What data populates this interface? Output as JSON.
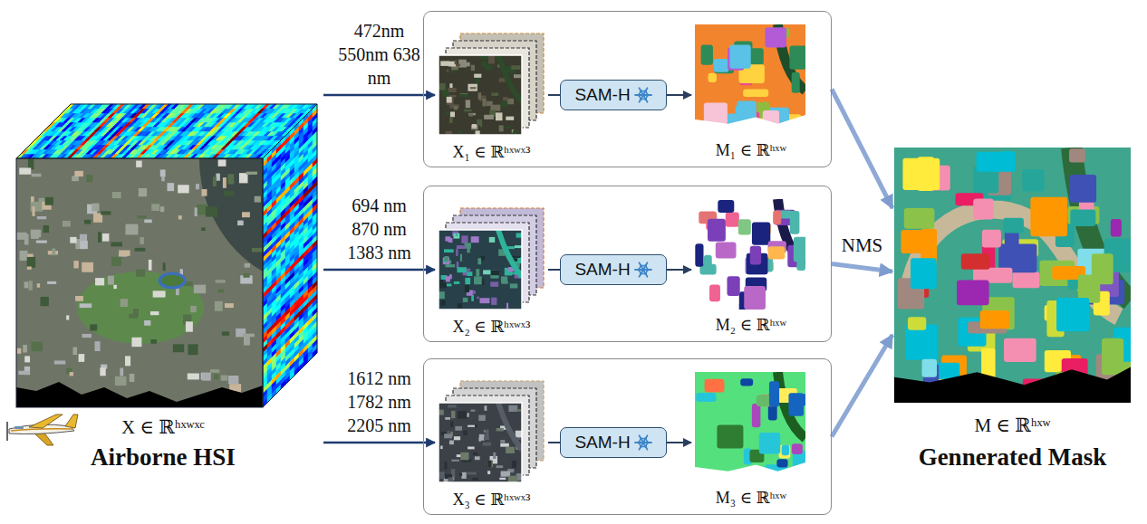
{
  "diagram": {
    "nodes": [
      {
        "text": [
          "X ∈ ℝʰˣʷˣᶜ",
          "Airborne HSI"
        ]
      },
      {
        "text": []
      },
      {
        "text": [
          "X₁ ∈ ℝʰˣʷˣ³"
        ],
        "in": 1
      },
      {
        "text": [
          "SAM-H"
        ],
        "in": 1
      },
      {
        "text": [
          "M₁ ∈ ℝʰˣʷ"
        ],
        "in": 1
      },
      {
        "text": []
      },
      {
        "text": [
          "X₂ ∈ ℝʰˣʷˣ³"
        ],
        "in": 5
      },
      {
        "text": [
          "SAM-H"
        ],
        "in": 5
      },
      {
        "text": [
          "M₂ ∈ ℝʰˣʷ"
        ],
        "in": 5
      },
      {
        "text": []
      },
      {
        "text": [
          "X₃ ∈ ℝʰˣʷˣ³"
        ],
        "in": 9
      },
      {
        "text": [
          "SAM-H"
        ],
        "in": 9
      },
      {
        "text": [
          "M₃ ∈ ℝʰˣʷ"
        ],
        "in": 9
      },
      {
        "text": [
          "M ∈ ℝʰˣʷ",
          "Gennerated Mask"
        ]
      }
    ],
    "edges": [
      {
        "from": 0,
        "to": 2,
        "label": "472nm 550nm 638 nm",
        "arrow": "to"
      },
      {
        "from": 0,
        "to": 6,
        "label": "694 nm 870 nm 1383 nm",
        "arrow": "to"
      },
      {
        "from": 0,
        "to": 10,
        "label": "1612 nm 1782 nm 2205 nm",
        "arrow": "to"
      },
      {
        "from": 2,
        "to": 3,
        "arrow": "none"
      },
      {
        "from": 3,
        "to": 4,
        "arrow": "to"
      },
      {
        "from": 6,
        "to": 7,
        "arrow": "none"
      },
      {
        "from": 7,
        "to": 8,
        "arrow": "to"
      },
      {
        "from": 10,
        "to": 11,
        "arrow": "none"
      },
      {
        "from": 11,
        "to": 12,
        "arrow": "to"
      },
      {
        "from": 1,
        "to": 13,
        "arrow": "to"
      },
      {
        "from": 5,
        "to": 13,
        "label": "NMS",
        "arrow": "to"
      },
      {
        "from": 9,
        "to": 13,
        "arrow": "to"
      }
    ]
  }
}
